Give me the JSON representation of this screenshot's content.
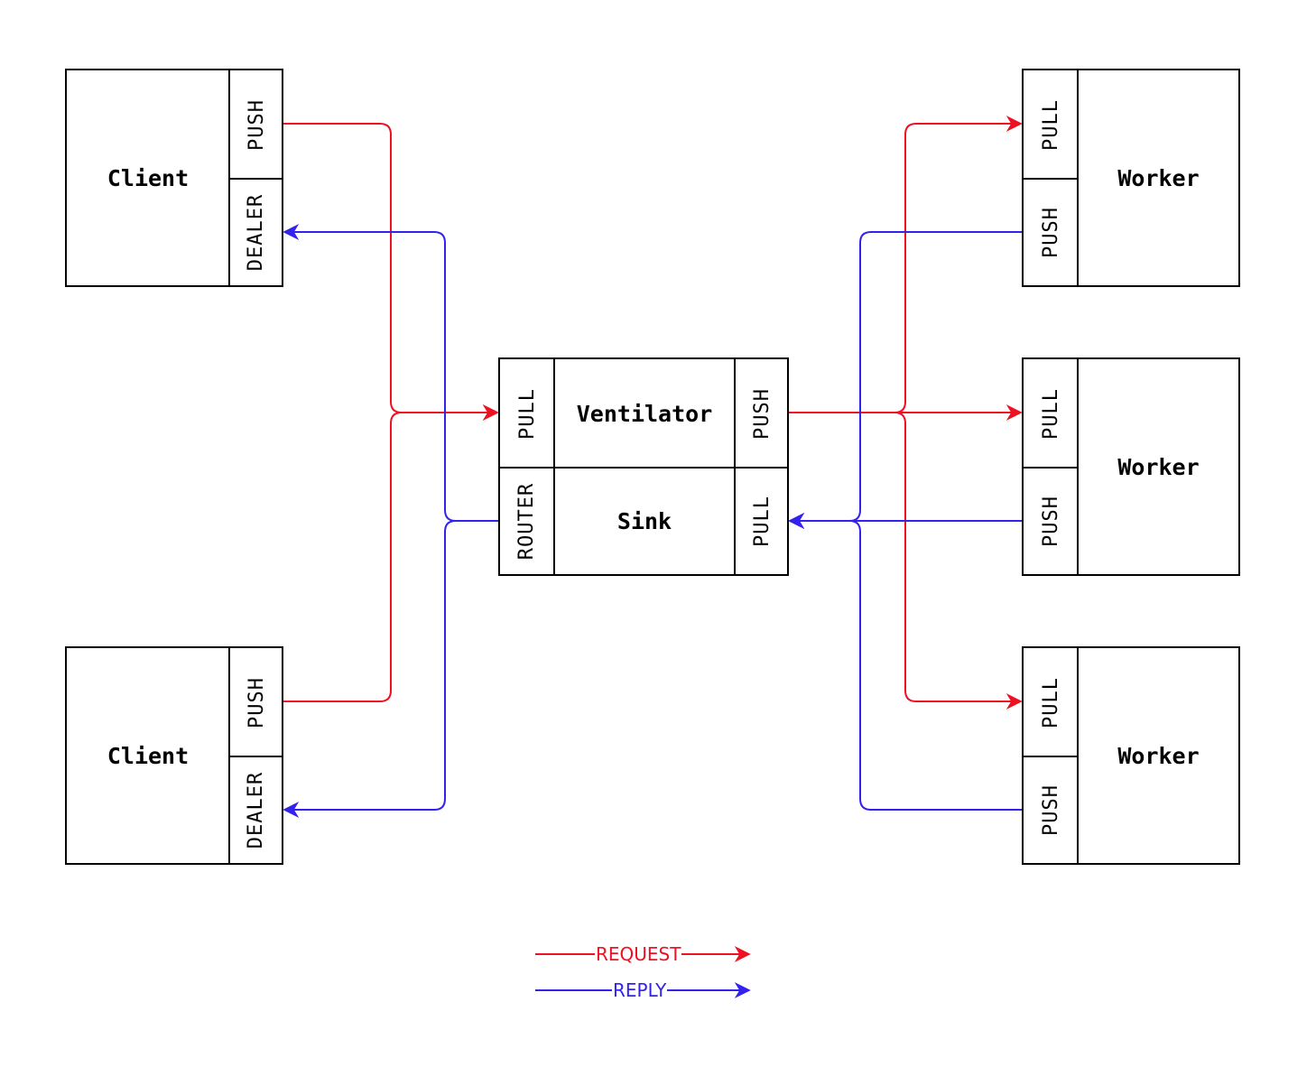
{
  "colors": {
    "request": "#ee1122",
    "reply": "#3322ee",
    "border": "#000000"
  },
  "clients": [
    {
      "name": "Client",
      "ports": [
        "PUSH",
        "DEALER"
      ]
    },
    {
      "name": "Client",
      "ports": [
        "PUSH",
        "DEALER"
      ]
    }
  ],
  "center": {
    "ventilator": {
      "name": "Ventilator",
      "in_port": "PULL",
      "out_port": "PUSH"
    },
    "sink": {
      "name": "Sink",
      "in_port": "PULL",
      "out_port": "ROUTER"
    }
  },
  "workers": [
    {
      "name": "Worker",
      "ports": [
        "PULL",
        "PUSH"
      ]
    },
    {
      "name": "Worker",
      "ports": [
        "PULL",
        "PUSH"
      ]
    },
    {
      "name": "Worker",
      "ports": [
        "PULL",
        "PUSH"
      ]
    }
  ],
  "legend": {
    "request": "REQUEST",
    "reply": "REPLY"
  }
}
